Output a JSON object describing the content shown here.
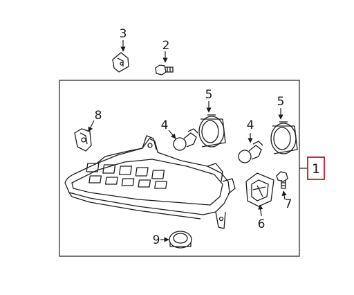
{
  "callouts": {
    "assembly": "1",
    "screw_upper": "2",
    "clip_upper": "3",
    "bulb_left": "4",
    "bulb_right": "4",
    "socket_left": "5",
    "socket_right": "5",
    "ballast": "6",
    "screw_right": "7",
    "clip_left": "8",
    "grommet": "9"
  },
  "colors": {
    "line": "#1a1a1a",
    "callout_box": "#c8102e",
    "background": "#ffffff"
  }
}
